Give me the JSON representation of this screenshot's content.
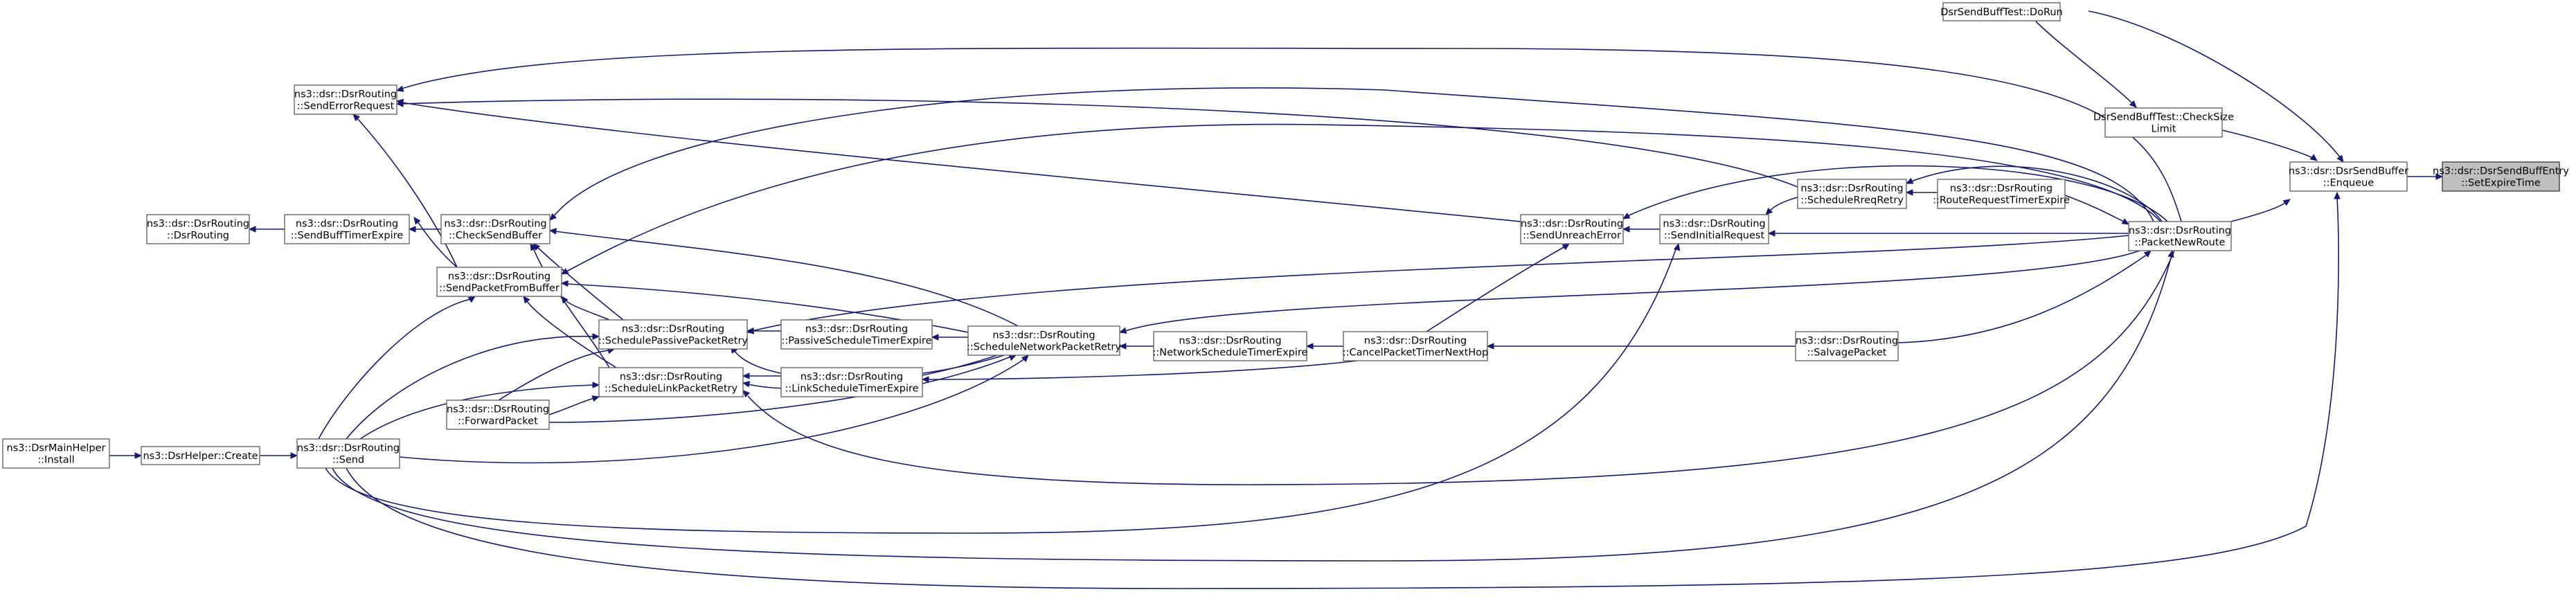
{
  "graph": {
    "edge_color": "#191970",
    "node_border": "#666666",
    "highlight_fill": "#bfbfbf",
    "nodes": {
      "setexpire": {
        "lines": [
          "ns3::dsr::DsrSendBuffEntry",
          "::SetExpireTime"
        ],
        "highlight": true
      },
      "enqueue": {
        "lines": [
          "ns3::dsr::DsrSendBuffer",
          "::Enqueue"
        ]
      },
      "dorun": {
        "lines": [
          "DsrSendBuffTest::DoRun"
        ]
      },
      "checksize": {
        "lines": [
          "DsrSendBuffTest::CheckSize",
          "Limit"
        ]
      },
      "packetnewroute": {
        "lines": [
          "ns3::dsr::DsrRouting",
          "::PacketNewRoute"
        ]
      },
      "routereqtimer": {
        "lines": [
          "ns3::dsr::DsrRouting",
          "::RouteRequestTimerExpire"
        ]
      },
      "schedulereq": {
        "lines": [
          "ns3::dsr::DsrRouting",
          "::ScheduleRreqRetry"
        ]
      },
      "sendinitial": {
        "lines": [
          "ns3::dsr::DsrRouting",
          "::SendInitialRequest"
        ]
      },
      "sendunreach": {
        "lines": [
          "ns3::dsr::DsrRouting",
          "::SendUnreachError"
        ]
      },
      "salvage": {
        "lines": [
          "ns3::dsr::DsrRouting",
          "::SalvagePacket"
        ]
      },
      "cancelnexthop": {
        "lines": [
          "ns3::dsr::DsrRouting",
          "::CancelPacketTimerNextHop"
        ]
      },
      "networksched": {
        "lines": [
          "ns3::dsr::DsrRouting",
          "::NetworkScheduleTimerExpire"
        ]
      },
      "schednetwork": {
        "lines": [
          "ns3::dsr::DsrRouting",
          "::ScheduleNetworkPacketRetry"
        ]
      },
      "passivesched": {
        "lines": [
          "ns3::dsr::DsrRouting",
          "::PassiveScheduleTimerExpire"
        ]
      },
      "linksched": {
        "lines": [
          "ns3::dsr::DsrRouting",
          "::LinkScheduleTimerExpire"
        ]
      },
      "schedpassive": {
        "lines": [
          "ns3::dsr::DsrRouting",
          "::SchedulePassivePacketRetry"
        ]
      },
      "schedlink": {
        "lines": [
          "ns3::dsr::DsrRouting",
          "::ScheduleLinkPacketRetry"
        ]
      },
      "senderror": {
        "lines": [
          "ns3::dsr::DsrRouting",
          "::SendErrorRequest"
        ]
      },
      "checksendbuffer": {
        "lines": [
          "ns3::dsr::DsrRouting",
          "::CheckSendBuffer"
        ]
      },
      "sendfrombuffer": {
        "lines": [
          "ns3::dsr::DsrRouting",
          "::SendPacketFromBuffer"
        ]
      },
      "forwardpacket": {
        "lines": [
          "ns3::dsr::DsrRouting",
          "::ForwardPacket"
        ]
      },
      "sendbufftimer": {
        "lines": [
          "ns3::dsr::DsrRouting",
          "::SendBuffTimerExpire"
        ]
      },
      "dsrrouting": {
        "lines": [
          "ns3::dsr::DsrRouting",
          "::DsrRouting"
        ]
      },
      "send": {
        "lines": [
          "ns3::dsr::DsrRouting",
          "::Send"
        ]
      },
      "helpercreate": {
        "lines": [
          "ns3::DsrHelper::Create"
        ]
      },
      "mainhelperinstall": {
        "lines": [
          "ns3::DsrMainHelper",
          "::Install"
        ]
      }
    }
  }
}
